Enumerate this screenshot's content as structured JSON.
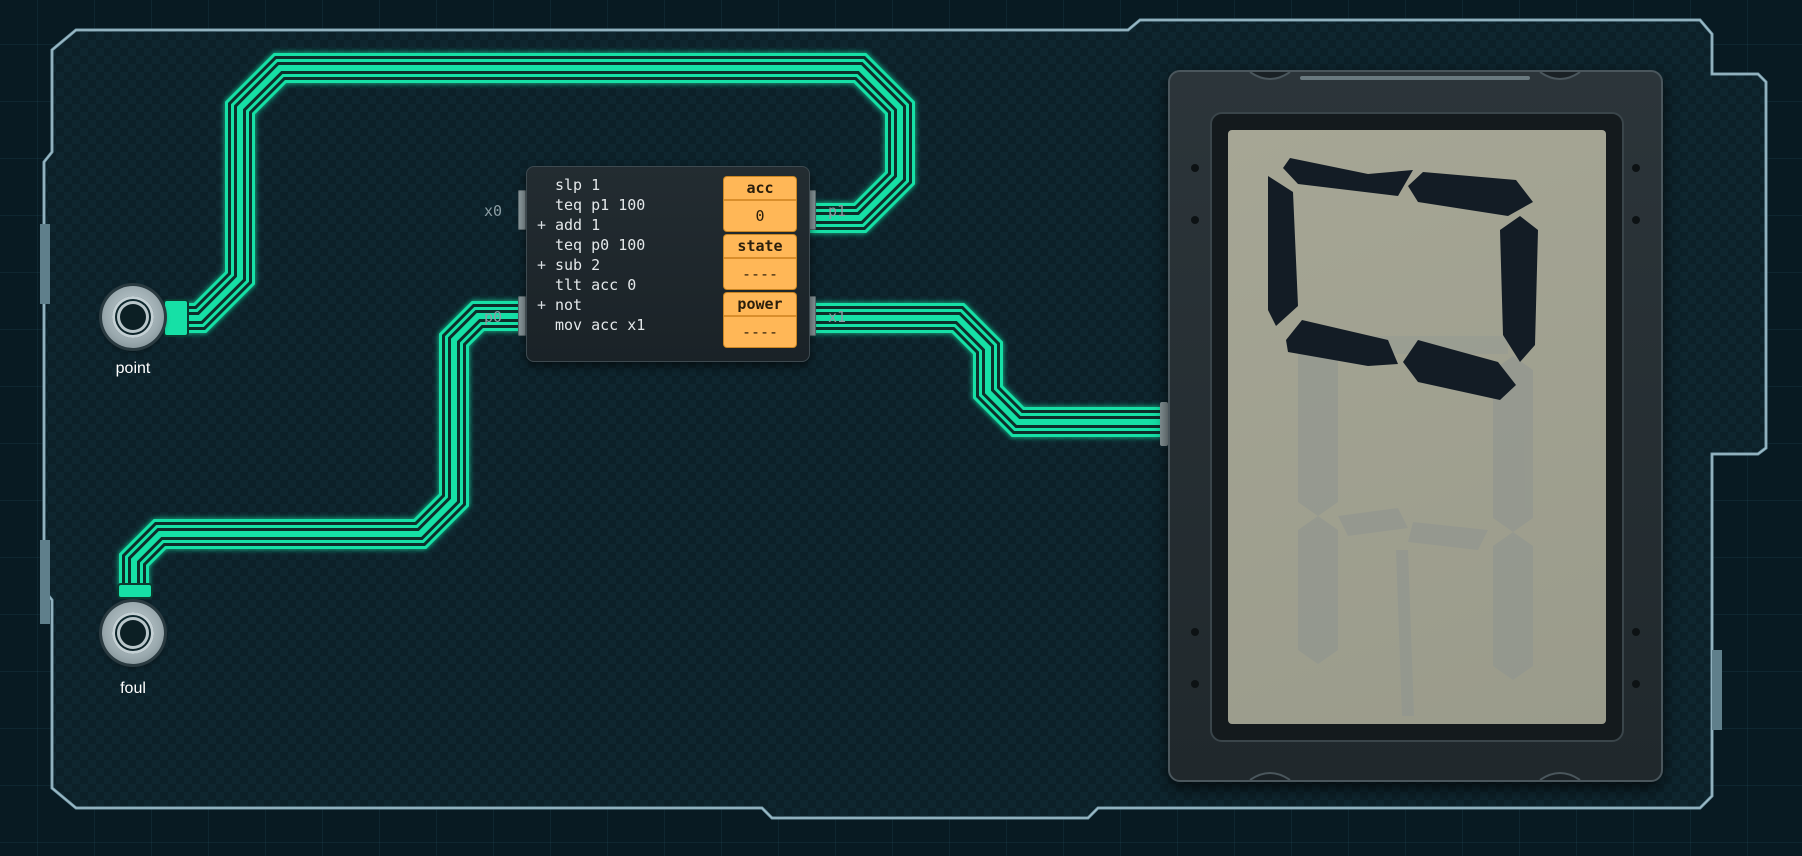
{
  "inputs": [
    {
      "label": "point"
    },
    {
      "label": "foul"
    }
  ],
  "controller": {
    "ports": {
      "x0": "x0",
      "p0": "p0",
      "p1": "p1",
      "x1": "x1"
    },
    "code": [
      {
        "mark": "",
        "text": "slp 1"
      },
      {
        "mark": "",
        "text": "teq p1 100"
      },
      {
        "mark": "+",
        "text": "add 1"
      },
      {
        "mark": "",
        "text": "teq p0 100"
      },
      {
        "mark": "+",
        "text": "sub 2"
      },
      {
        "mark": "",
        "text": "tlt acc 0"
      },
      {
        "mark": "+",
        "text": "not"
      },
      {
        "mark": "",
        "text": "mov acc x1"
      }
    ],
    "registers": [
      {
        "name": "acc",
        "value": "0"
      },
      {
        "name": "state",
        "value": "----"
      },
      {
        "name": "power",
        "value": "----"
      }
    ]
  },
  "display": {
    "digits_shown": "0"
  },
  "colors": {
    "wire": "#16e0a6",
    "register_bg": "#ffb757",
    "port_active": "#ff9a2e",
    "segment_on": "#131c25",
    "lcd_bg": "#a3a392"
  }
}
